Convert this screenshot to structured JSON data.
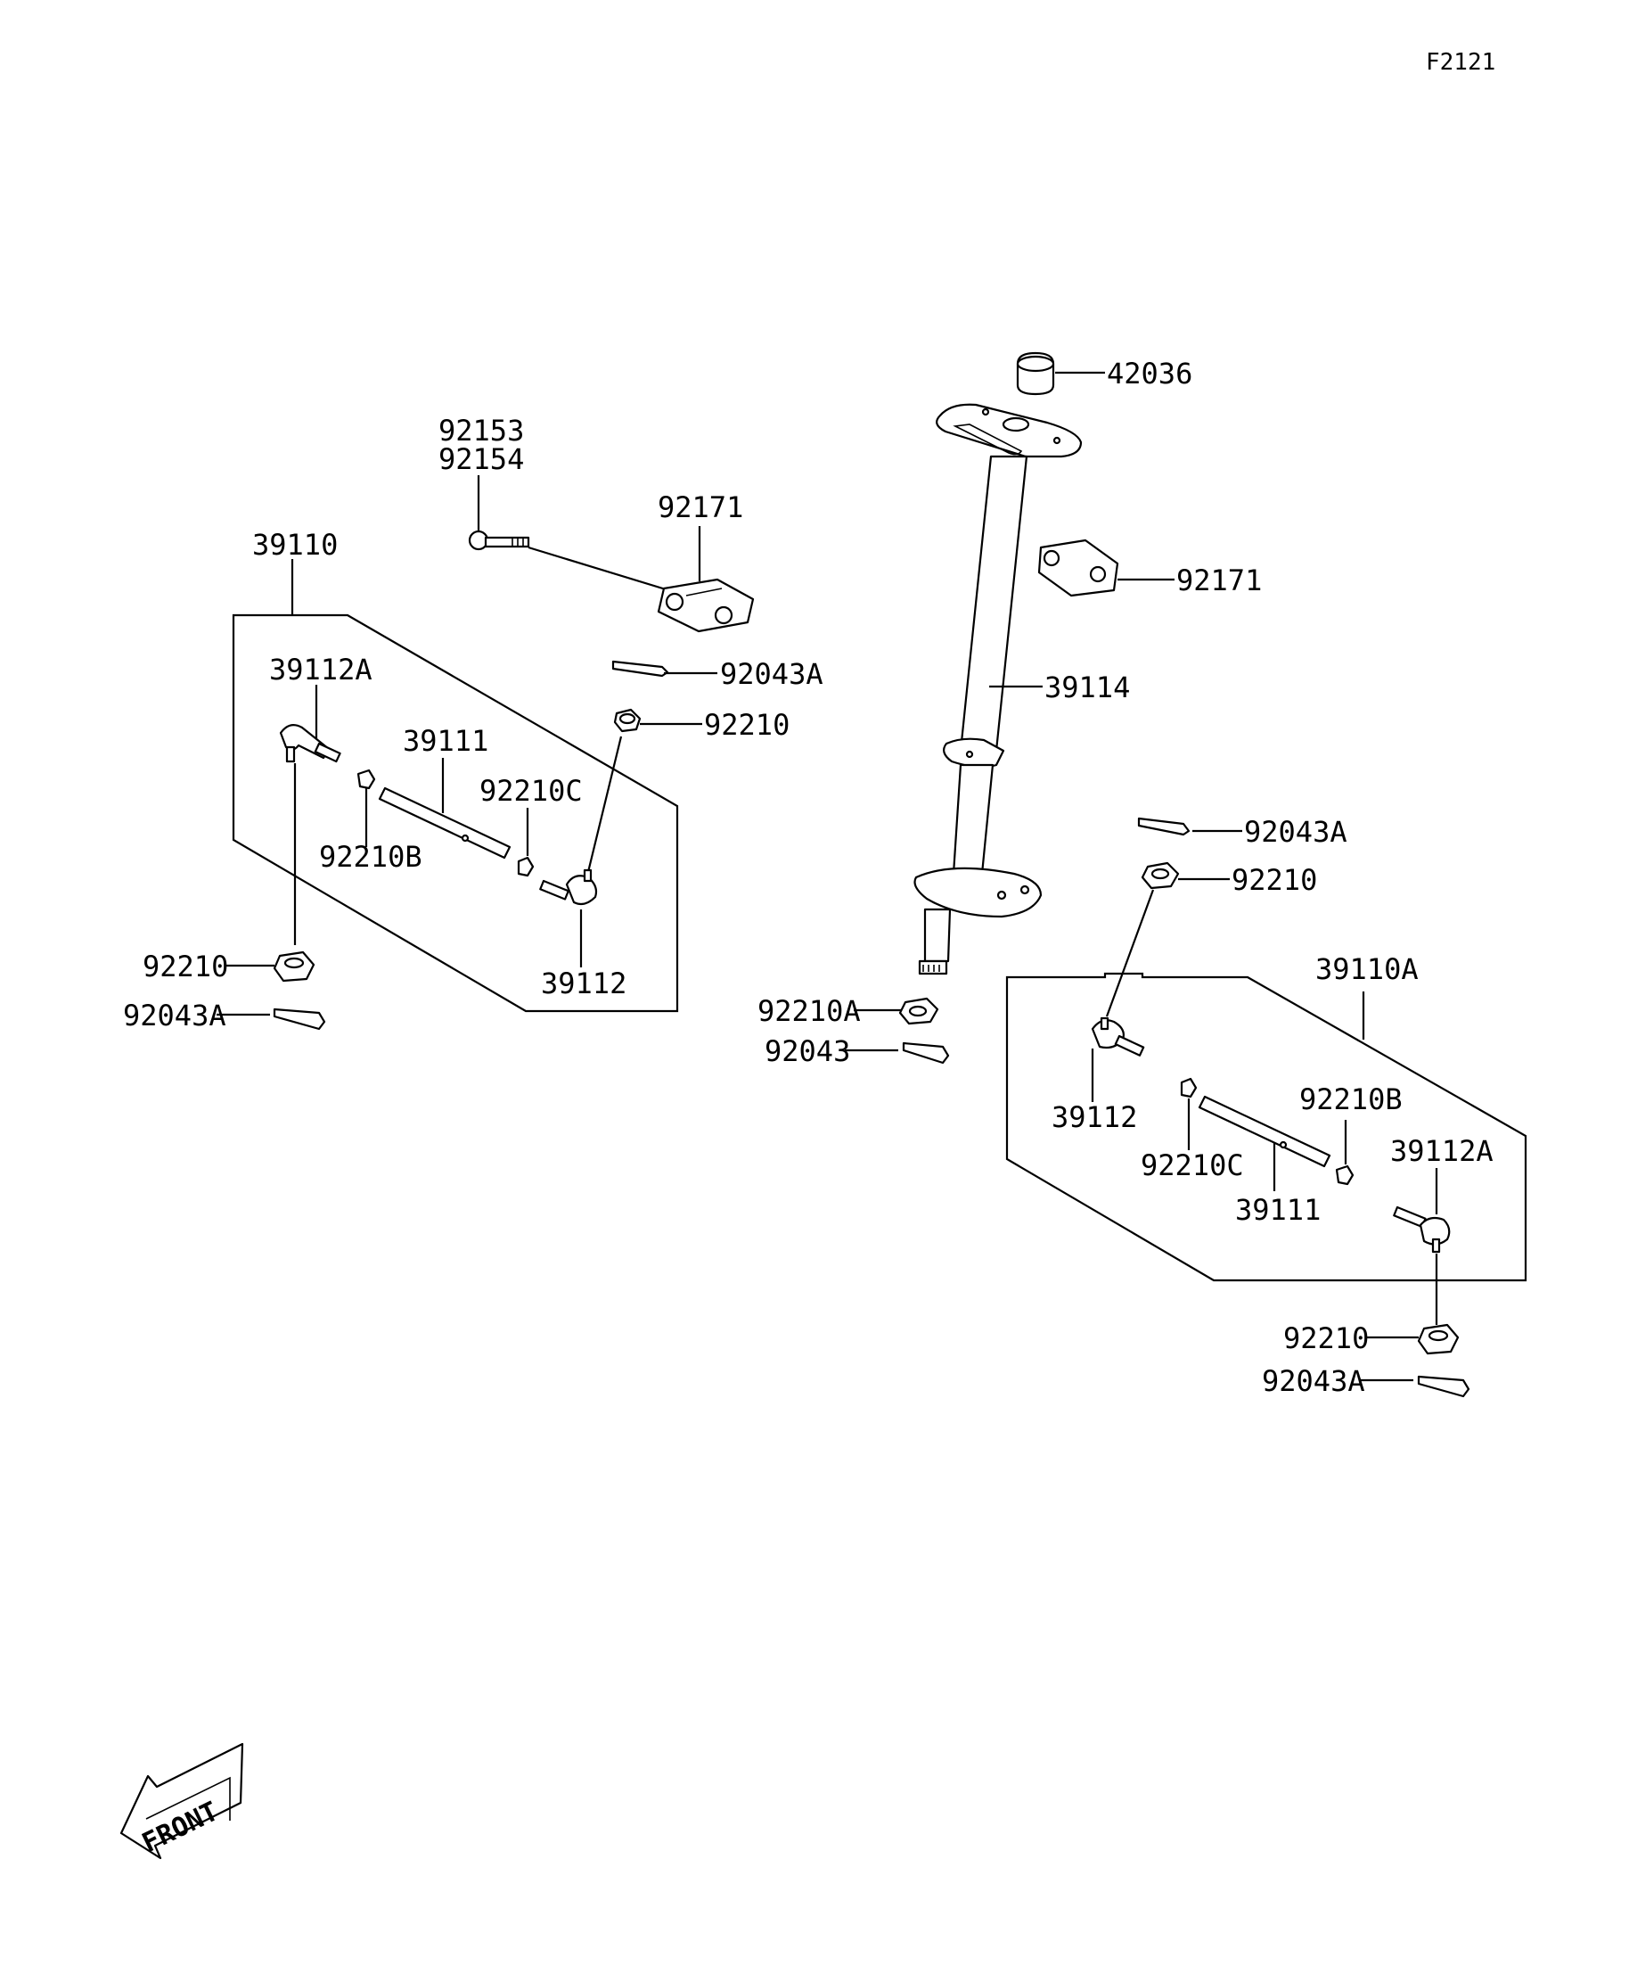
{
  "figure_ref": "F2121",
  "front_label": "FRONT",
  "labels": {
    "p42036": "42036",
    "p92153": "92153",
    "p92154": "92154",
    "p92171_top": "92171",
    "p92171_right": "92171",
    "p39110": "39110",
    "p39114": "39114",
    "p39112A_left": "39112A",
    "p39111_left": "39111",
    "p92210C_left": "92210C",
    "p92210B_left": "92210B",
    "p39112_left": "39112",
    "p92210_left_bottom": "92210",
    "p92043A_left_bottom": "92043A",
    "p92043A_left_top": "92043A",
    "p92210_left_top": "92210",
    "p92210A": "92210A",
    "p92043": "92043",
    "p92043A_right_top": "92043A",
    "p92210_right_top": "92210",
    "p39110A": "39110A",
    "p39112_right": "39112",
    "p92210B_right": "92210B",
    "p92210C_right": "92210C",
    "p39111_right": "39111",
    "p39112A_right": "39112A",
    "p92210_right_bottom": "92210",
    "p92043A_right_bottom": "92043A"
  }
}
